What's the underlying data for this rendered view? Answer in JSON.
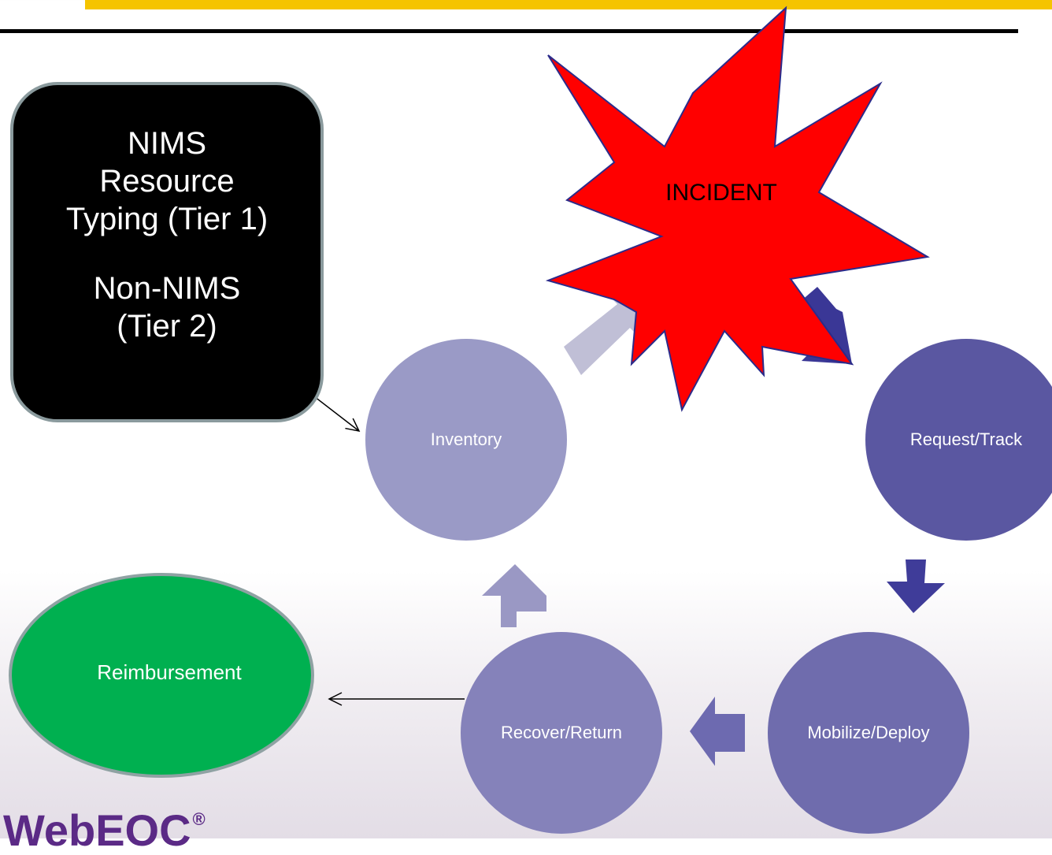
{
  "nims_box": {
    "line1": "NIMS",
    "line2": "Resource",
    "line3": "Typing (Tier 1)",
    "line4": "Non-NIMS",
    "line5": "(Tier 2)"
  },
  "incident": {
    "label": "INCIDENT"
  },
  "cycle": {
    "inventory": "Inventory",
    "request_track": "Request/Track",
    "mobilize_deploy": "Mobilize/Deploy",
    "recover_return": "Recover/Return"
  },
  "reimbursement": {
    "label": "Reimbursement"
  },
  "brand": {
    "name": "WebEOC",
    "mark": "®"
  },
  "colors": {
    "accent_bar": "#f5c400",
    "rule": "#000000",
    "incident_fill": "#ff0000",
    "incident_outline": "#2b2b8a",
    "inventory": "#9a9ac6",
    "request_track": "#5a57a1",
    "mobilize_deploy": "#6f6cad",
    "recover_return": "#8582ba",
    "reimbursement": "#00b050",
    "brand": "#5b2a86"
  }
}
